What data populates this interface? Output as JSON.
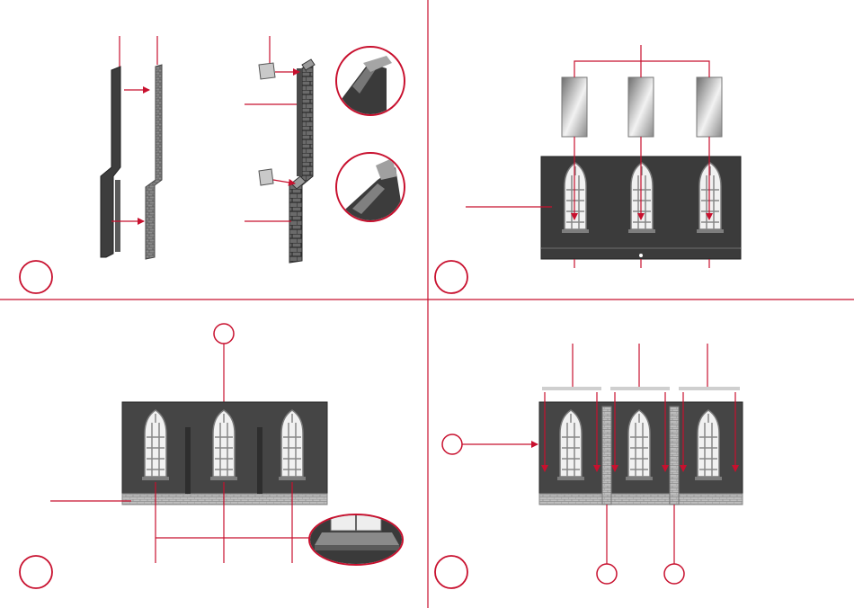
{
  "title": "",
  "panels": [
    {
      "id": "step-1",
      "step_label": ""
    },
    {
      "id": "step-2",
      "step_label": ""
    },
    {
      "id": "step-3",
      "step_label": ""
    },
    {
      "id": "step-4",
      "step_label": ""
    }
  ],
  "callouts": {
    "step3_top": "",
    "step4_left": "",
    "step4_bottom_a": "",
    "step4_bottom_b": ""
  },
  "colors": {
    "accent": "#c8102e",
    "wall_dark": "#3a3a3a",
    "wall_mid": "#555555",
    "window_light": "#f2f2f2",
    "brick_base": "#b9b9b9",
    "glass_light": "#e8e8e8"
  },
  "icons": {
    "step_marker": "circle-outline-icon",
    "arrow": "arrow-head-icon",
    "detail_zoom": "magnifier-circle-icon"
  }
}
